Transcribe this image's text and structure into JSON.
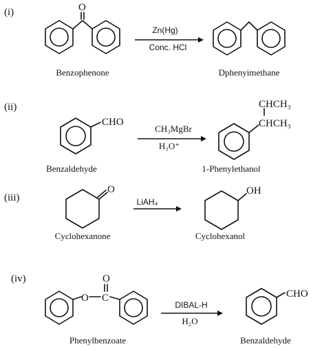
{
  "reactions": [
    {
      "tag": "(i)",
      "reactant": "Benzophenone",
      "product": "Dphenyimethane",
      "reagent_top": "Zn(Hg)",
      "reagent_bottom": "Conc. HCl",
      "reactant_atoms": [
        "O"
      ],
      "product_atoms": []
    },
    {
      "tag": "(ii)",
      "reactant": "Benzaldehyde",
      "product": "1-Phenylethanol",
      "reagent_top": "CH₃MgBr",
      "reagent_bottom": "H₃O⁺",
      "reactant_atoms": [
        "CHO"
      ],
      "product_atoms": [
        "CHCH₃",
        "CHCH₃"
      ]
    },
    {
      "tag": "(iii)",
      "reactant": "Cyclohexanone",
      "product": "Cyclohexanol",
      "reagent_top": "LiAH₄",
      "reagent_bottom": "",
      "reactant_atoms": [
        "O"
      ],
      "product_atoms": [
        "OH"
      ]
    },
    {
      "tag": "(iv)",
      "reactant": "Phenylbenzoate",
      "product": "Benzaldehyde",
      "reagent_top": "DIBAL-H",
      "reagent_bottom": "H₂O",
      "reactant_atoms": [
        "O",
        "O",
        "C"
      ],
      "product_atoms": [
        "CHO"
      ]
    }
  ]
}
